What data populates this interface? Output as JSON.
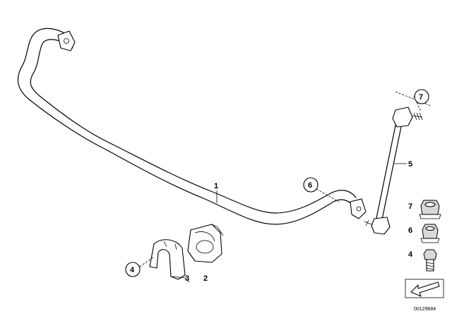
{
  "callouts": {
    "one": "1",
    "two": "2",
    "three": "3",
    "four": "4",
    "five": "5",
    "six": "6",
    "seven": "7"
  },
  "legend": {
    "row_nut_flange": "7",
    "row_nut_collar": "6",
    "row_bolt": "4"
  },
  "diagram_id": "00129684"
}
